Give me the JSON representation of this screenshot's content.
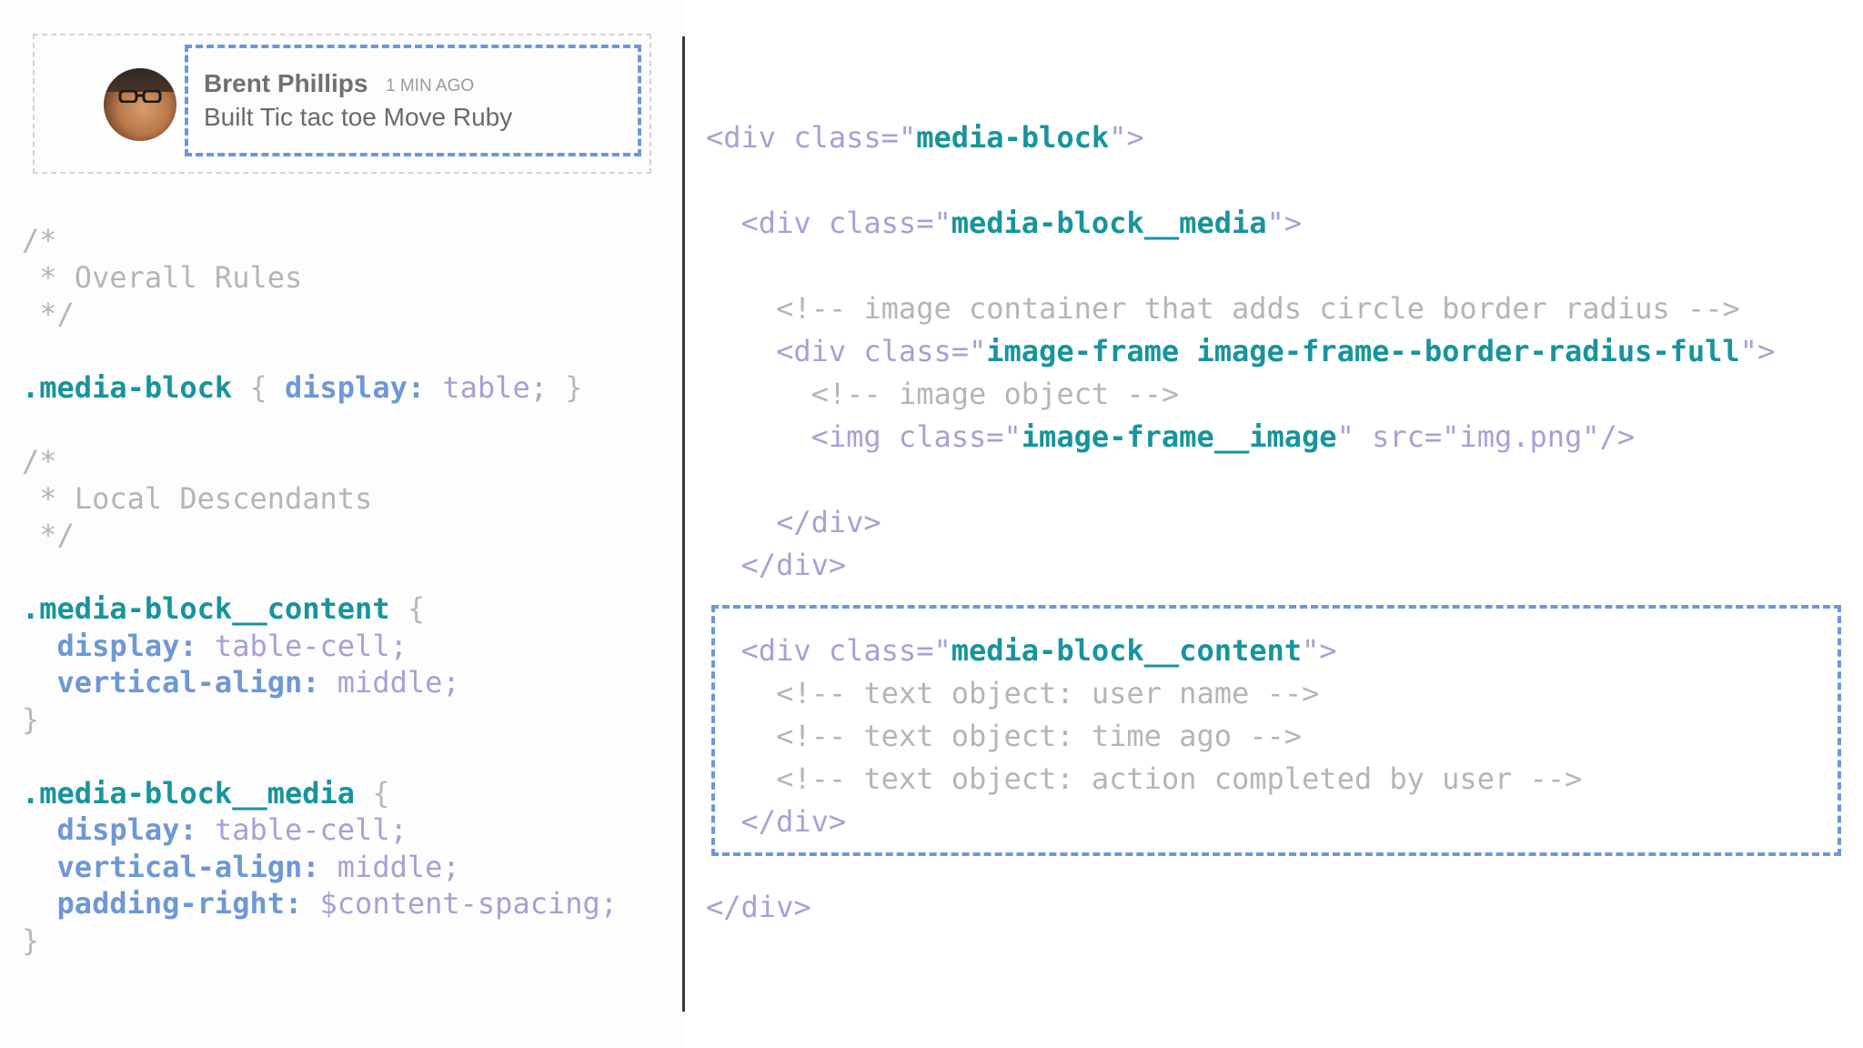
{
  "preview": {
    "user_name": "Brent Phillips",
    "time_ago": "1 MIN AGO",
    "action": "Built Tic tac toe  Move Ruby"
  },
  "css_code": {
    "comment1": [
      "/*",
      " * Overall Rules",
      " */"
    ],
    "rule1": {
      "selector": ".media-block",
      "open": " { ",
      "property": "display:",
      "value": " table;",
      "close": " }"
    },
    "comment2": [
      "/*",
      " * Local Descendants",
      " */"
    ],
    "rule2": {
      "selector": ".media-block__content",
      "open": " {",
      "decls": [
        {
          "property": "display:",
          "value": " table-cell;"
        },
        {
          "property": "vertical-align:",
          "value": " middle;"
        }
      ],
      "close": "}"
    },
    "rule3": {
      "selector": ".media-block__media",
      "open": " {",
      "decls": [
        {
          "property": "display:",
          "value": " table-cell;"
        },
        {
          "property": "vertical-align:",
          "value": " middle;"
        },
        {
          "property": "padding-right:",
          "value": " $content-spacing;"
        }
      ],
      "close": "}"
    }
  },
  "html_code": {
    "l1": {
      "a": "<div class=\"",
      "b": "media-block",
      "c": "\">"
    },
    "l2": {
      "a": "<div class=\"",
      "b": "media-block__media",
      "c": "\">"
    },
    "l3": "<!-- image container that adds circle border radius -->",
    "l4": {
      "a": "<div class=\"",
      "b": "image-frame image-frame--border-radius-full",
      "c": "\">"
    },
    "l5": "<!-- image object -->",
    "l6": {
      "a": "<img class=\"",
      "b": "image-frame__image",
      "c": "\" src=\"img.png\"/>"
    },
    "l7": "</div>",
    "l8": "</div>",
    "l9": {
      "a": "<div class=\"",
      "b": "media-block__content",
      "c": "\">"
    },
    "l10": "<!-- text object: user name -->",
    "l11": "<!-- text object: time ago -->",
    "l12": "<!-- text object: action completed by user -->",
    "l13": "</div>",
    "l14": "</div>"
  }
}
